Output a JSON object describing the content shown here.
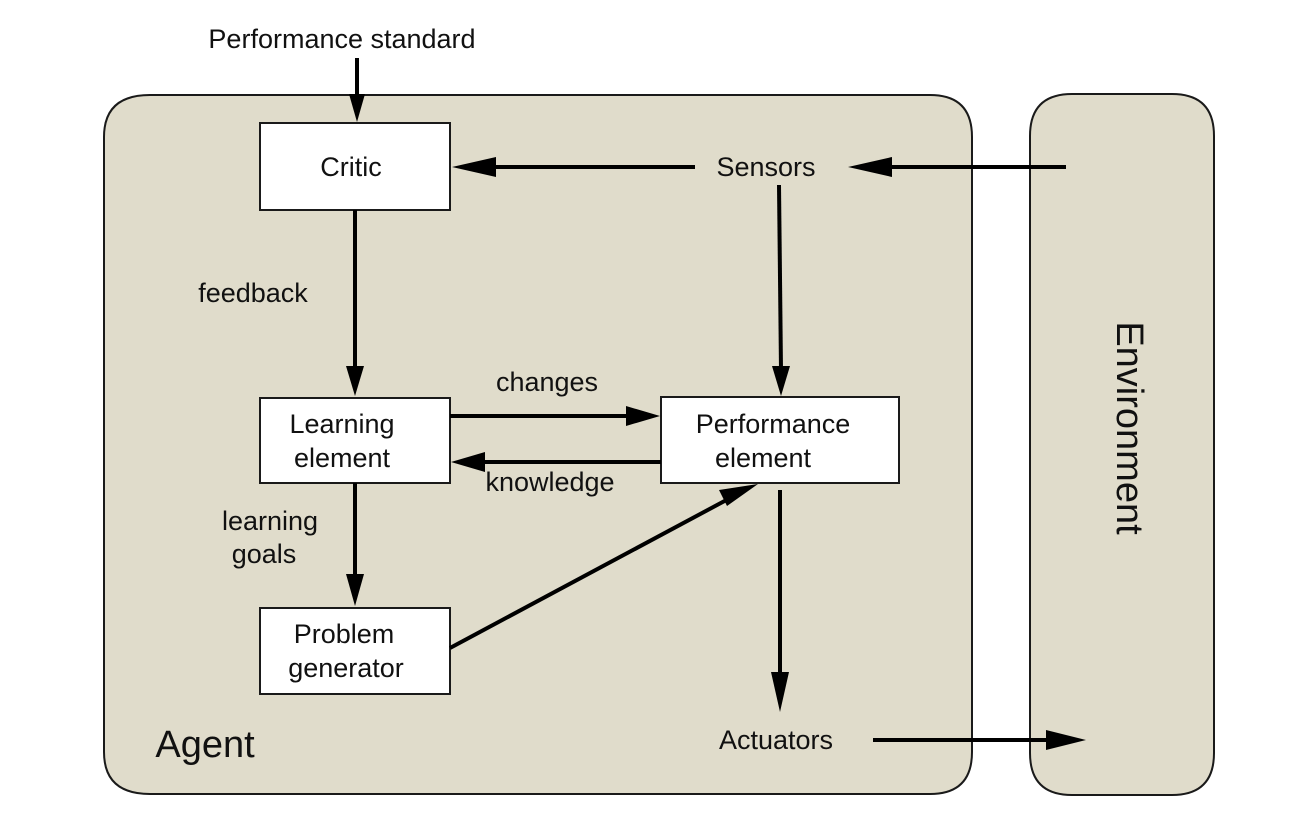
{
  "performance_standard": "Performance standard",
  "agent": {
    "label": "Agent"
  },
  "environment": {
    "label": "Environment"
  },
  "components": {
    "critic": "Critic",
    "learning_element": [
      "Learning",
      "element"
    ],
    "performance_element": [
      "Performance",
      "element"
    ],
    "problem_generator": [
      "Problem",
      "generator"
    ],
    "sensors": "Sensors",
    "actuators": "Actuators"
  },
  "edge_labels": {
    "feedback": "feedback",
    "changes": "changes",
    "knowledge": "knowledge",
    "learning_goals": [
      "learning",
      "goals"
    ]
  },
  "colors": {
    "region_fill": "#e0dccb",
    "box_fill": "#ffffff",
    "stroke": "#000000"
  }
}
